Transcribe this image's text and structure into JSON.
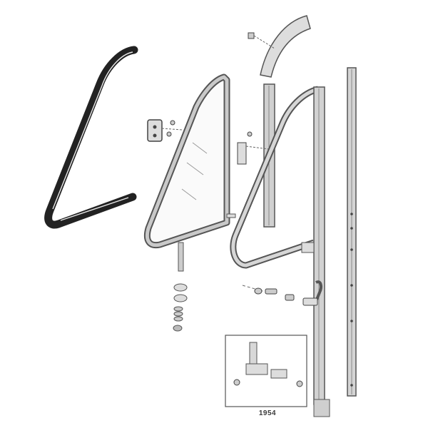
{
  "diagram": {
    "type": "exploded-parts-diagram",
    "subject": "vent window assembly",
    "colors": {
      "ink": "#2b2b2b",
      "shade": "#9a9a9a",
      "light": "#d8d8d8",
      "background": "#ffffff"
    },
    "parts": [
      {
        "id": "weatherstrip",
        "label": "vent window weatherstrip (dark rubber)"
      },
      {
        "id": "vent-glass-frame",
        "label": "vent glass in frame"
      },
      {
        "id": "mounting-bracket",
        "label": "pivot bracket with screws"
      },
      {
        "id": "upper-pivot-cap",
        "label": "upper frame cap with screw"
      },
      {
        "id": "division-post",
        "label": "short channel post"
      },
      {
        "id": "vent-frame-outer",
        "label": "vent outer frame with division bar"
      },
      {
        "id": "stud",
        "label": "lower pivot stud"
      },
      {
        "id": "spring-washers",
        "label": "spring, washers and nut"
      },
      {
        "id": "handle-latch",
        "label": "latch handle with fasteners"
      },
      {
        "id": "rear-channel",
        "label": "long rear glass run channel"
      }
    ],
    "inset": {
      "label": "1954"
    }
  }
}
